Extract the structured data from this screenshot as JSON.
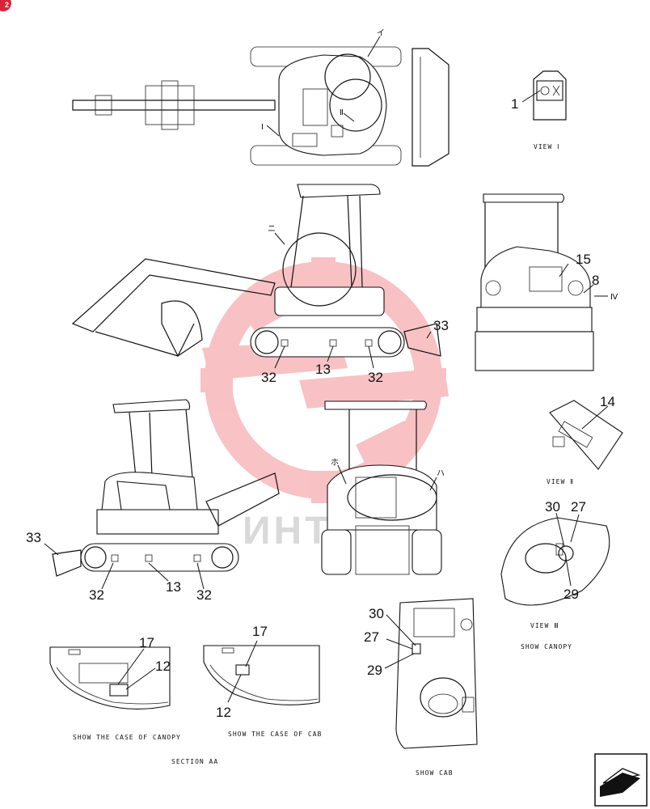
{
  "badge": "2",
  "watermark_text": "ИНТ",
  "captions": {
    "view_1": "VIEW Ⅰ",
    "view_2": "VIEW Ⅱ",
    "view_3": "VIEW Ⅲ",
    "show_canopy": "SHOW CANOPY",
    "canopy_case": "SHOW THE CASE OF CANOPY",
    "cab_case": "SHOW THE CASE OF CAB",
    "section_aa": "SECTION AA",
    "show_cab": "SHOW CAB"
  },
  "view_marks": {
    "i": "Ⅰ",
    "ii": "Ⅱ",
    "iv": "Ⅳ",
    "i_kana": "イ",
    "ni_kana": "ニ",
    "ho_kana": "ホ",
    "ha_kana": "ハ"
  },
  "callouts": {
    "c1a": "1",
    "c15": "15",
    "c8": "8",
    "c33a": "33",
    "c32a": "32",
    "c13a": "13",
    "c32b": "32",
    "c14": "14",
    "c30a": "30",
    "c27a": "27",
    "c29a": "29",
    "c33b": "33",
    "c32c": "32",
    "c13b": "13",
    "c32d": "32",
    "c17a": "17",
    "c12a": "12",
    "c17b": "17",
    "c12b": "12",
    "c30b": "30",
    "c27b": "27",
    "c29b": "29"
  }
}
